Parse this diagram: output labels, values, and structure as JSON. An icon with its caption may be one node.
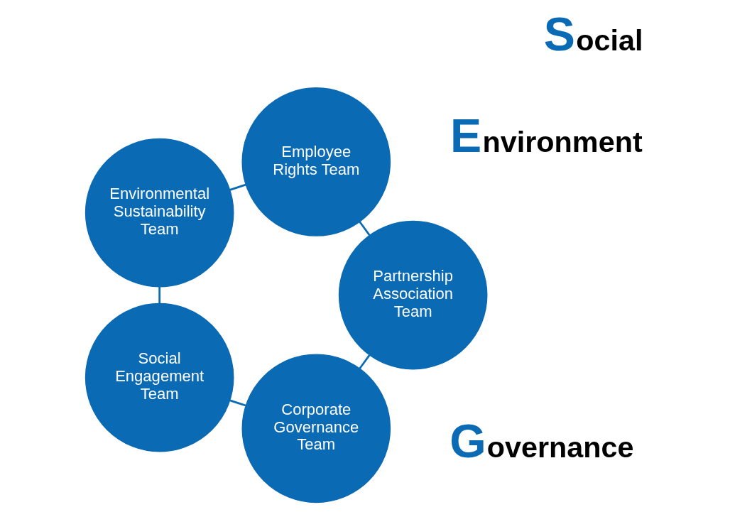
{
  "diagram": {
    "nodes": [
      {
        "text": [
          "Corporate Governance Team"
        ]
      },
      {
        "text": [
          "Partnership Association Team"
        ]
      },
      {
        "text": [
          "Social Engagement Team"
        ]
      },
      {
        "text": [
          "Employee Rights Team"
        ]
      },
      {
        "text": [
          "Environmental Sustainability Team"
        ]
      }
    ],
    "edges": [
      {
        "from": 0,
        "to": 2,
        "arrow": "none"
      },
      {
        "from": 2,
        "to": 4,
        "arrow": "none"
      },
      {
        "from": 4,
        "to": 3,
        "arrow": "none"
      },
      {
        "from": 3,
        "to": 1,
        "arrow": "none"
      },
      {
        "from": 1,
        "to": 0,
        "arrow": "none"
      }
    ],
    "labels": [
      "Environment",
      "Governance",
      "Social"
    ]
  }
}
